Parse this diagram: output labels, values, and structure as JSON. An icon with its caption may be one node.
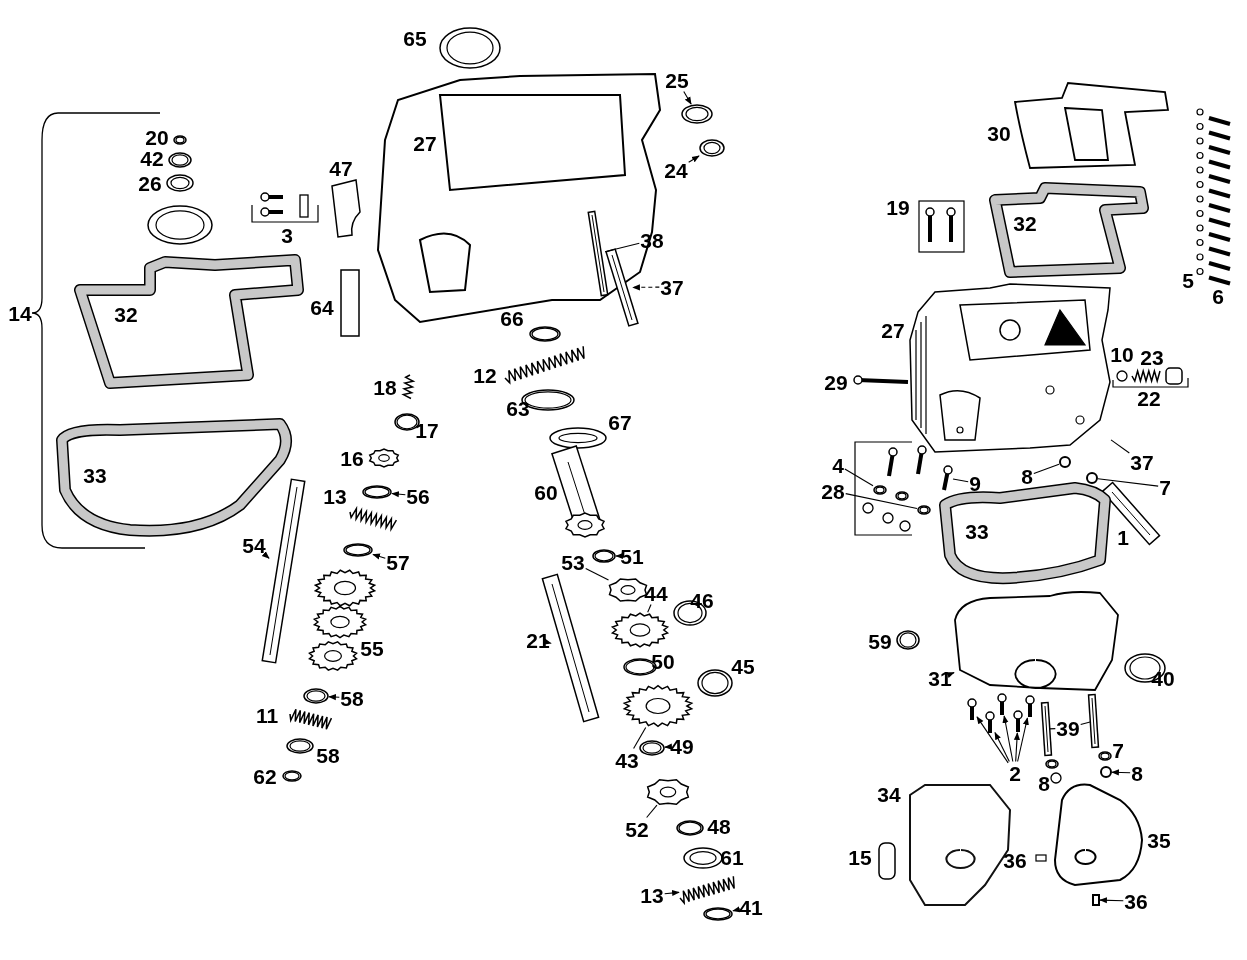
{
  "diagram": {
    "nodes": [
      {
        "text": [
          "25"
        ]
      },
      {
        "text": [
          "24"
        ]
      },
      {
        "text": [
          "38"
        ]
      },
      {
        "text": [
          "37"
        ]
      },
      {
        "text": [
          "56"
        ]
      },
      {
        "text": [
          "54"
        ]
      },
      {
        "text": [
          "57"
        ]
      },
      {
        "text": [
          "58"
        ]
      },
      {
        "text": [
          "51"
        ]
      },
      {
        "text": [
          "53"
        ]
      },
      {
        "text": [
          "44"
        ]
      },
      {
        "text": [
          "21"
        ]
      },
      {
        "text": [
          "43"
        ]
      },
      {
        "text": [
          "49"
        ]
      },
      {
        "text": [
          "52"
        ]
      },
      {
        "text": [
          "13"
        ]
      },
      {
        "text": [
          "41"
        ]
      },
      {
        "text": [
          "4"
        ]
      },
      {
        "text": [
          "28"
        ]
      },
      {
        "text": [
          "9"
        ]
      },
      {
        "text": [
          "8"
        ]
      },
      {
        "text": [
          "7"
        ]
      },
      {
        "text": [
          "37"
        ]
      },
      {
        "text": [
          "31"
        ]
      },
      {
        "text": [
          "2"
        ]
      },
      {
        "text": [
          "39"
        ]
      },
      {
        "text": [
          "8"
        ]
      },
      {
        "text": [
          "36"
        ]
      },
      {
        "text": [],
        "shape": "picture"
      },
      {
        "text": [],
        "shape": "picture"
      },
      {
        "text": [],
        "shape": "picture"
      },
      {
        "text": [],
        "shape": "picture"
      },
      {
        "text": [],
        "shape": "picture"
      },
      {
        "text": [],
        "shape": "picture"
      },
      {
        "text": [],
        "shape": "picture"
      },
      {
        "text": [],
        "shape": "picture"
      },
      {
        "text": [],
        "shape": "picture"
      },
      {
        "text": [],
        "shape": "picture"
      },
      {
        "text": [],
        "shape": "picture"
      },
      {
        "text": [],
        "shape": "picture"
      },
      {
        "text": [],
        "shape": "picture"
      },
      {
        "text": [],
        "shape": "picture"
      },
      {
        "text": [],
        "shape": "picture"
      },
      {
        "text": [],
        "shape": "picture"
      },
      {
        "text": [],
        "shape": "picture"
      },
      {
        "text": [],
        "shape": "picture"
      },
      {
        "text": [],
        "shape": "picture"
      },
      {
        "text": [],
        "shape": "picture"
      },
      {
        "text": [],
        "shape": "circle"
      },
      {
        "text": [],
        "shape": "circle"
      },
      {
        "text": [],
        "shape": "picture",
        "beside": [
          "27"
        ]
      },
      {
        "text": [],
        "shape": "picture"
      },
      {
        "text": [],
        "shape": "picture"
      },
      {
        "text": [],
        "shape": "picture"
      },
      {
        "text": [],
        "shape": "picture"
      },
      {
        "text": [],
        "shape": "picture"
      },
      {
        "text": [],
        "shape": "picture"
      },
      {
        "text": [],
        "shape": "picture"
      },
      {
        "text": [],
        "shape": "picture"
      },
      {
        "text": [],
        "shape": "circle"
      },
      {
        "text": [],
        "shape": "box"
      }
    ],
    "edges": [
      {
        "from": 0,
        "to": 28,
        "arrow": "to"
      },
      {
        "from": 1,
        "to": 29,
        "arrow": "to"
      },
      {
        "from": 2,
        "to": 30,
        "arrow": "none"
      },
      {
        "from": 3,
        "to": 31,
        "arrow": "to",
        "style": "dashed"
      },
      {
        "from": 4,
        "to": 32,
        "arrow": "to"
      },
      {
        "from": 5,
        "to": 33,
        "arrow": "to"
      },
      {
        "from": 6,
        "to": 34,
        "arrow": "to"
      },
      {
        "from": 7,
        "to": 35,
        "arrow": "to"
      },
      {
        "from": 8,
        "to": 36,
        "arrow": "to"
      },
      {
        "from": 9,
        "to": 37,
        "arrow": "none"
      },
      {
        "from": 10,
        "to": 38,
        "arrow": "none"
      },
      {
        "from": 11,
        "to": 39,
        "arrow": "to"
      },
      {
        "from": 12,
        "to": 40,
        "arrow": "none"
      },
      {
        "from": 13,
        "to": 41,
        "arrow": "to"
      },
      {
        "from": 14,
        "to": 42,
        "arrow": "none"
      },
      {
        "from": 15,
        "to": 43,
        "arrow": "to"
      },
      {
        "from": 16,
        "to": 44,
        "arrow": "to"
      },
      {
        "from": 17,
        "to": 45,
        "arrow": "none"
      },
      {
        "from": 18,
        "to": 46,
        "arrow": "none"
      },
      {
        "from": 19,
        "to": 47,
        "arrow": "none"
      },
      {
        "from": 20,
        "to": 48,
        "arrow": "none"
      },
      {
        "from": 21,
        "to": 49,
        "arrow": "none"
      },
      {
        "from": 22,
        "to": 50,
        "arrow": "none"
      },
      {
        "from": 23,
        "to": 51,
        "arrow": "to"
      },
      {
        "from": 24,
        "to": 52,
        "arrow": "to"
      },
      {
        "from": 24,
        "to": 53,
        "arrow": "to"
      },
      {
        "from": 24,
        "to": 54,
        "arrow": "to"
      },
      {
        "from": 24,
        "to": 55,
        "arrow": "to"
      },
      {
        "from": 24,
        "to": 56,
        "arrow": "to"
      },
      {
        "from": 25,
        "to": 57,
        "arrow": "none"
      },
      {
        "from": 25,
        "to": 58,
        "arrow": "none"
      },
      {
        "from": 26,
        "to": 59,
        "arrow": "to"
      },
      {
        "from": 27,
        "to": 60,
        "arrow": "to"
      }
    ],
    "labels": [
      "65",
      "27",
      "20",
      "42",
      "26",
      "3",
      "47",
      "14",
      "32",
      "64",
      "66",
      "18",
      "12",
      "17",
      "63",
      "67",
      "16",
      "60",
      "33",
      "13",
      "55",
      "11",
      "58",
      "62",
      "50",
      "46",
      "45",
      "48",
      "61",
      "30",
      "19",
      "32",
      "5",
      "6",
      "29",
      "10",
      "23",
      "22",
      "33",
      "1",
      "59",
      "40",
      "7",
      "8",
      "34",
      "35",
      "15",
      "36"
    ]
  }
}
